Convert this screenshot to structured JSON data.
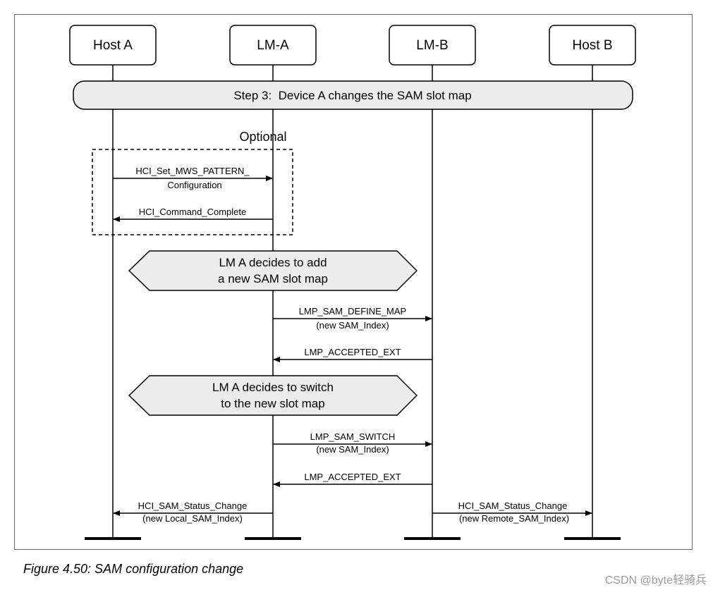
{
  "participants": [
    {
      "name": "Host A"
    },
    {
      "name": "LM-A"
    },
    {
      "name": "LM-B"
    },
    {
      "name": "Host B"
    }
  ],
  "step_banner": "Step 3:  Device A changes the SAM slot map",
  "optional_block": {
    "label": "Optional",
    "messages": [
      {
        "lines": [
          "HCI_Set_MWS_PATTERN_",
          "Configuration"
        ],
        "from": "Host A",
        "to": "LM-A"
      },
      {
        "lines": [
          "HCI_Command_Complete"
        ],
        "from": "LM-A",
        "to": "Host A"
      }
    ]
  },
  "decisions": [
    {
      "lines": [
        "LM A decides to add",
        "a new SAM slot map"
      ]
    },
    {
      "lines": [
        "LM A decides to switch",
        "to the new slot map"
      ]
    }
  ],
  "messages": [
    {
      "lines": [
        "LMP_SAM_DEFINE_MAP",
        "(new SAM_Index)"
      ],
      "from": "LM-A",
      "to": "LM-B"
    },
    {
      "lines": [
        "LMP_ACCEPTED_EXT"
      ],
      "from": "LM-B",
      "to": "LM-A"
    },
    {
      "lines": [
        "LMP_SAM_SWITCH",
        "(new SAM_Index)"
      ],
      "from": "LM-A",
      "to": "LM-B"
    },
    {
      "lines": [
        "LMP_ACCEPTED_EXT"
      ],
      "from": "LM-B",
      "to": "LM-A"
    },
    {
      "lines": [
        "HCI_SAM_Status_Change",
        "(new Local_SAM_Index)"
      ],
      "from": "LM-A",
      "to": "Host A"
    },
    {
      "lines": [
        "HCI_SAM_Status_Change",
        "(new Remote_SAM_Index)"
      ],
      "from": "LM-B",
      "to": "Host B"
    }
  ],
  "caption": "Figure 4.50: SAM configuration change",
  "watermark": "CSDN @byte轻骑兵",
  "colors": {
    "decision_fill": "#ececec",
    "banner_fill": "#ececec",
    "line": "#000000",
    "watermark": "#9a9a9a"
  }
}
